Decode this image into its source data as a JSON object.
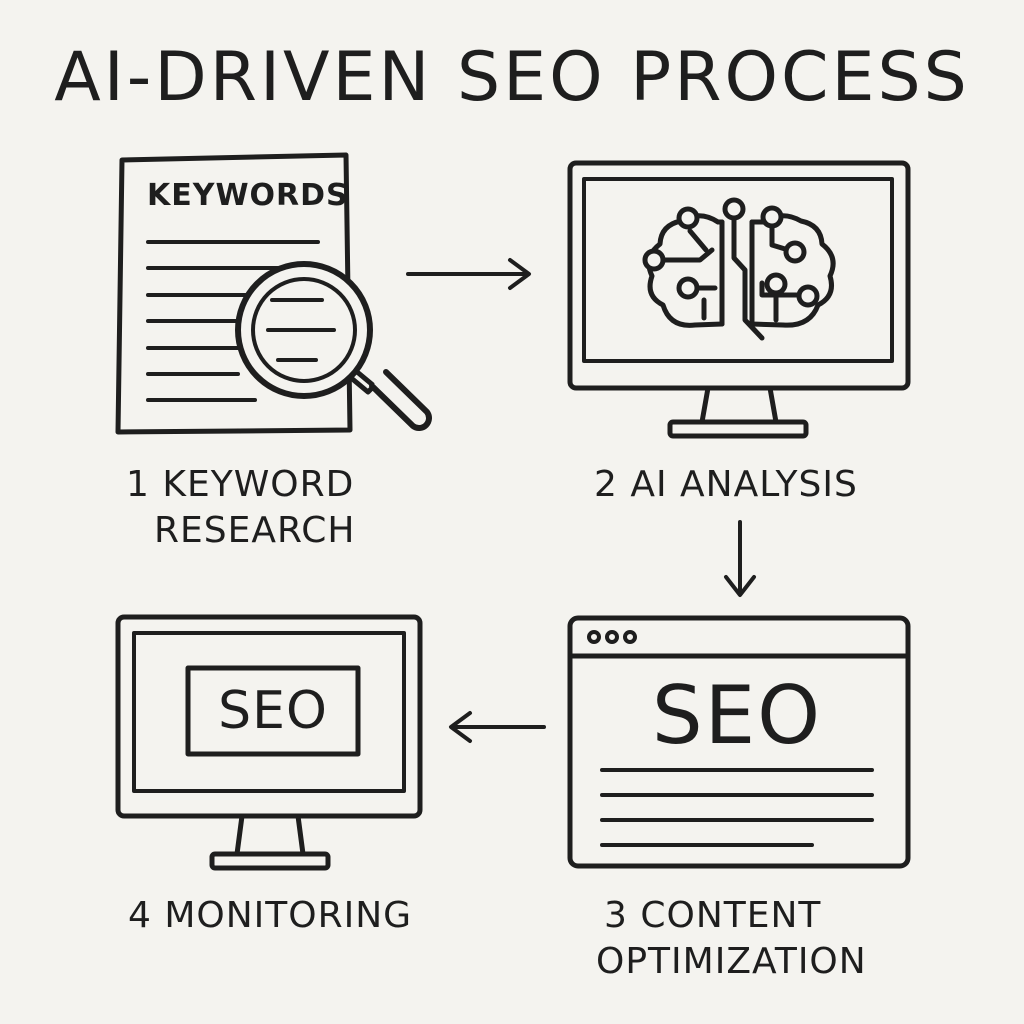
{
  "title": "AI-DRIVEN SEO PROCESS",
  "colors": {
    "background": "#f4f3ef",
    "ink": "#1e1e1e"
  },
  "steps": [
    {
      "label_line1": "1 KEYWORD",
      "label_line2": "RESEARCH",
      "icon": "document-magnifier-icon",
      "document_heading": "KEYWORDS"
    },
    {
      "label_line1": "2 AI ANALYSIS",
      "label_line2": "",
      "icon": "monitor-brain-circuit-icon"
    },
    {
      "label_line1": "3 CONTENT",
      "label_line2": "OPTIMIZATION",
      "icon": "browser-window-icon",
      "window_text": "SEO"
    },
    {
      "label_line1": "4 MONITORING",
      "label_line2": "",
      "icon": "monitor-icon",
      "screen_text": "SEO"
    }
  ],
  "flow": [
    {
      "from": 1,
      "to": 2,
      "direction": "right"
    },
    {
      "from": 2,
      "to": 3,
      "direction": "down"
    },
    {
      "from": 3,
      "to": 4,
      "direction": "left"
    }
  ]
}
